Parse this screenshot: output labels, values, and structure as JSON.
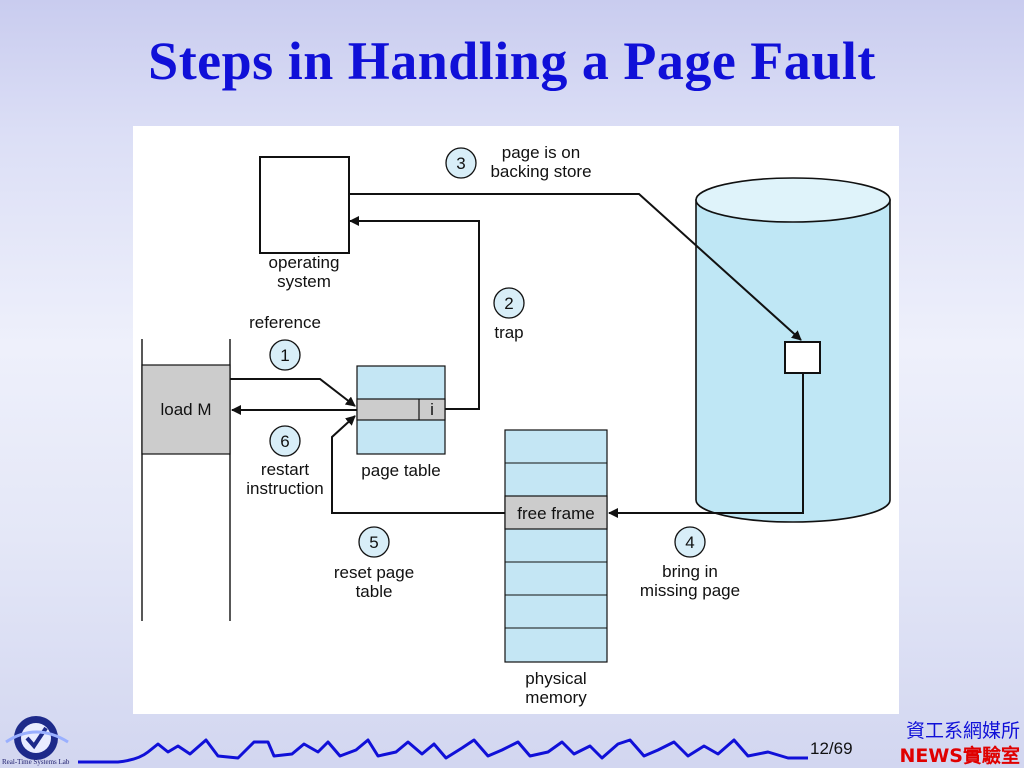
{
  "title": "Steps in Handling a Page Fault",
  "diagram": {
    "os_label_line1": "operating",
    "os_label_line2": "system",
    "load_m": "load M",
    "page_table_label": "page table",
    "i_bit": "i",
    "free_frame": "free frame",
    "physical_memory_line1": "physical",
    "physical_memory_line2": "memory",
    "steps": [
      {
        "num": "1",
        "line1": "reference",
        "line2": ""
      },
      {
        "num": "2",
        "line1": "trap",
        "line2": ""
      },
      {
        "num": "3",
        "line1": "page is on",
        "line2": "backing store"
      },
      {
        "num": "4",
        "line1": "bring in",
        "line2": "missing page"
      },
      {
        "num": "5",
        "line1": "reset page",
        "line2": "table"
      },
      {
        "num": "6",
        "line1": "restart",
        "line2": "instruction"
      }
    ]
  },
  "footer": {
    "page_number": "12/69",
    "lab_name_line1": "資工系網媒所",
    "lab_name_line2": "NEWS實驗室",
    "logo_text": "Real-Time Systems Lab"
  },
  "colors": {
    "title": "#1010d8",
    "disk_fill": "#bfe7f5",
    "memory_fill": "#c4e6f4",
    "highlight_gray": "#cccccc"
  }
}
